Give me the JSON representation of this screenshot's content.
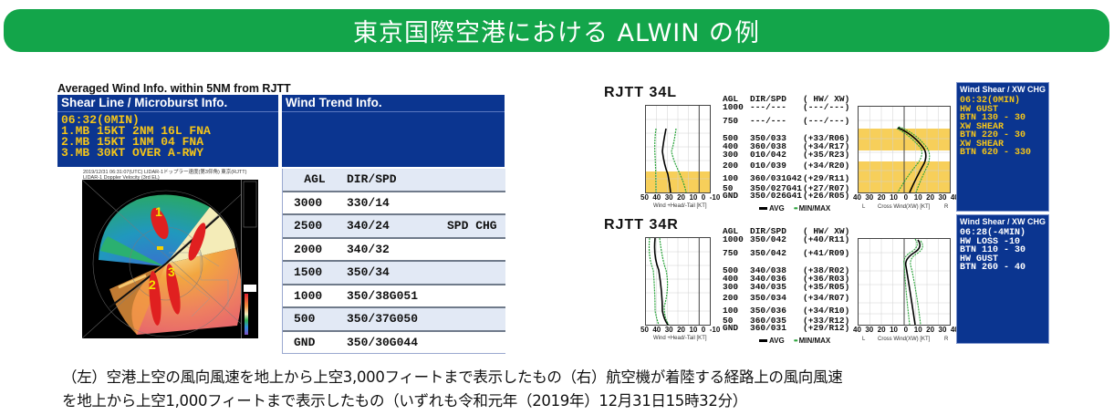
{
  "banner": {
    "title": "東京国際空港における ALWIN の例"
  },
  "left_panel": {
    "title": "Averaged Wind Info. within 5NM from RJTT",
    "shear_box": {
      "header": "Shear Line / Microburst Info.",
      "lines": [
        "06:32(0MIN)",
        "1.MB 15KT 2NM 16L FNA",
        "2.MB 15KT 1NM 04 FNA",
        "3.MB 30KT OVER A-RWY"
      ],
      "text_color": "#f5c518"
    },
    "trend_box": {
      "header": "Wind Trend Info."
    },
    "radar": {
      "caption_line1": "2019/12/31 06:31:07(UTC) LIDAR-1ドップラー速度(第3仰角) 東京(RJTT)",
      "caption_line2": "LIDAR-1 Doppler Velocity (3rd EL)",
      "labels": [
        "1",
        "2",
        "3"
      ]
    },
    "trend_table": {
      "headers": [
        "AGL",
        "DIR/SPD",
        ""
      ],
      "rows": [
        [
          "3000",
          "330/14",
          ""
        ],
        [
          "2500",
          "340/24",
          "SPD CHG"
        ],
        [
          "2000",
          "340/32",
          ""
        ],
        [
          "1500",
          "350/34",
          ""
        ],
        [
          "1000",
          "350/38G051",
          ""
        ],
        [
          "500",
          "350/37G050",
          ""
        ],
        [
          "GND",
          "350/30G044",
          ""
        ]
      ]
    }
  },
  "runways": [
    {
      "title": "RJTT  34L",
      "table_headers": [
        "AGL",
        "DIR/SPD",
        "( HW/ XW)"
      ],
      "rows": [
        [
          "1000",
          "---/---",
          "(---/---)"
        ],
        [
          "750",
          "---/---",
          "(---/---)"
        ],
        [
          "500",
          "350/033",
          "(+33/R06)"
        ],
        [
          "400",
          "360/038",
          "(+34/R17)"
        ],
        [
          "300",
          "010/042",
          "(+35/R23)"
        ],
        [
          "200",
          "010/039",
          "(+34/R20)"
        ],
        [
          "100",
          "360/031G42",
          "(+29/R11)"
        ],
        [
          "50",
          "350/027G41",
          "(+27/R07)"
        ],
        [
          "GND",
          "350/026G41",
          "(+26/R05)"
        ]
      ],
      "hw_axis_ticks": [
        "50",
        "40",
        "30",
        "20",
        "10",
        "0",
        "-10"
      ],
      "hw_axis_caption": "Wind +Head/-Tail [KT]",
      "xw_axis_ticks": [
        "40",
        "30",
        "20",
        "10",
        "0",
        "10",
        "20",
        "30",
        "40"
      ],
      "xw_axis_caption_left": "L",
      "xw_axis_caption": "Cross Wind(XW) [KT]",
      "xw_axis_caption_right": "R",
      "legend_avg": "AVG",
      "legend_minmax": "MIN/MAX",
      "ws_box": {
        "header": "Wind Shear / XW CHG",
        "lines": [
          "06:32(0MIN)",
          "HW GUST",
          "BTN 130 - 30",
          "XW SHEAR",
          "BTN 220 - 30",
          "XW SHEAR",
          "BTN 620 - 330"
        ],
        "text_color": "#f5c518"
      }
    },
    {
      "title": "RJTT  34R",
      "table_headers": [
        "AGL",
        "DIR/SPD",
        "( HW/ XW)"
      ],
      "rows": [
        [
          "1000",
          "350/042",
          "(+40/R11)"
        ],
        [
          "750",
          "350/042",
          "(+41/R09)"
        ],
        [
          "500",
          "340/038",
          "(+38/R02)"
        ],
        [
          "400",
          "340/036",
          "(+36/R03)"
        ],
        [
          "300",
          "340/035",
          "(+35/R05)"
        ],
        [
          "200",
          "350/034",
          "(+34/R07)"
        ],
        [
          "100",
          "350/036",
          "(+34/R10)"
        ],
        [
          "50",
          "360/035",
          "(+33/R12)"
        ],
        [
          "GND",
          "360/031",
          "(+29/R12)"
        ]
      ],
      "hw_axis_ticks": [
        "50",
        "40",
        "30",
        "20",
        "10",
        "0",
        "-10"
      ],
      "hw_axis_caption": "Wind +Head/-Tail [KT]",
      "xw_axis_ticks": [
        "40",
        "30",
        "20",
        "10",
        "0",
        "10",
        "20",
        "30",
        "40"
      ],
      "xw_axis_caption_left": "L",
      "xw_axis_caption": "Cross Wind(XW) [KT]",
      "xw_axis_caption_right": "R",
      "legend_avg": "AVG",
      "legend_minmax": "MIN/MAX",
      "ws_box": {
        "header": "Wind Shear / XW CHG",
        "lines": [
          "06:28(-4MIN)",
          "HW LOSS -10",
          "BTN 110 - 30",
          "HW GUST",
          "BTN 260 - 40"
        ],
        "text_color": "#ffffff"
      }
    }
  ],
  "caption": {
    "line1": "（左）空港上空の風向風速を地上から上空3,000フィートまで表示したもの（右）航空機が着陸する経路上の風向風速",
    "line2": "を地上から上空1,000フィートまで表示したもの（いずれも令和元年（2019年）12月31日15時32分）"
  },
  "colors": {
    "banner_green": "#13a54a",
    "panel_blue": "#0b3590",
    "highlight_yellow": "#f7cf5a",
    "minmax_green": "#29a33a"
  }
}
